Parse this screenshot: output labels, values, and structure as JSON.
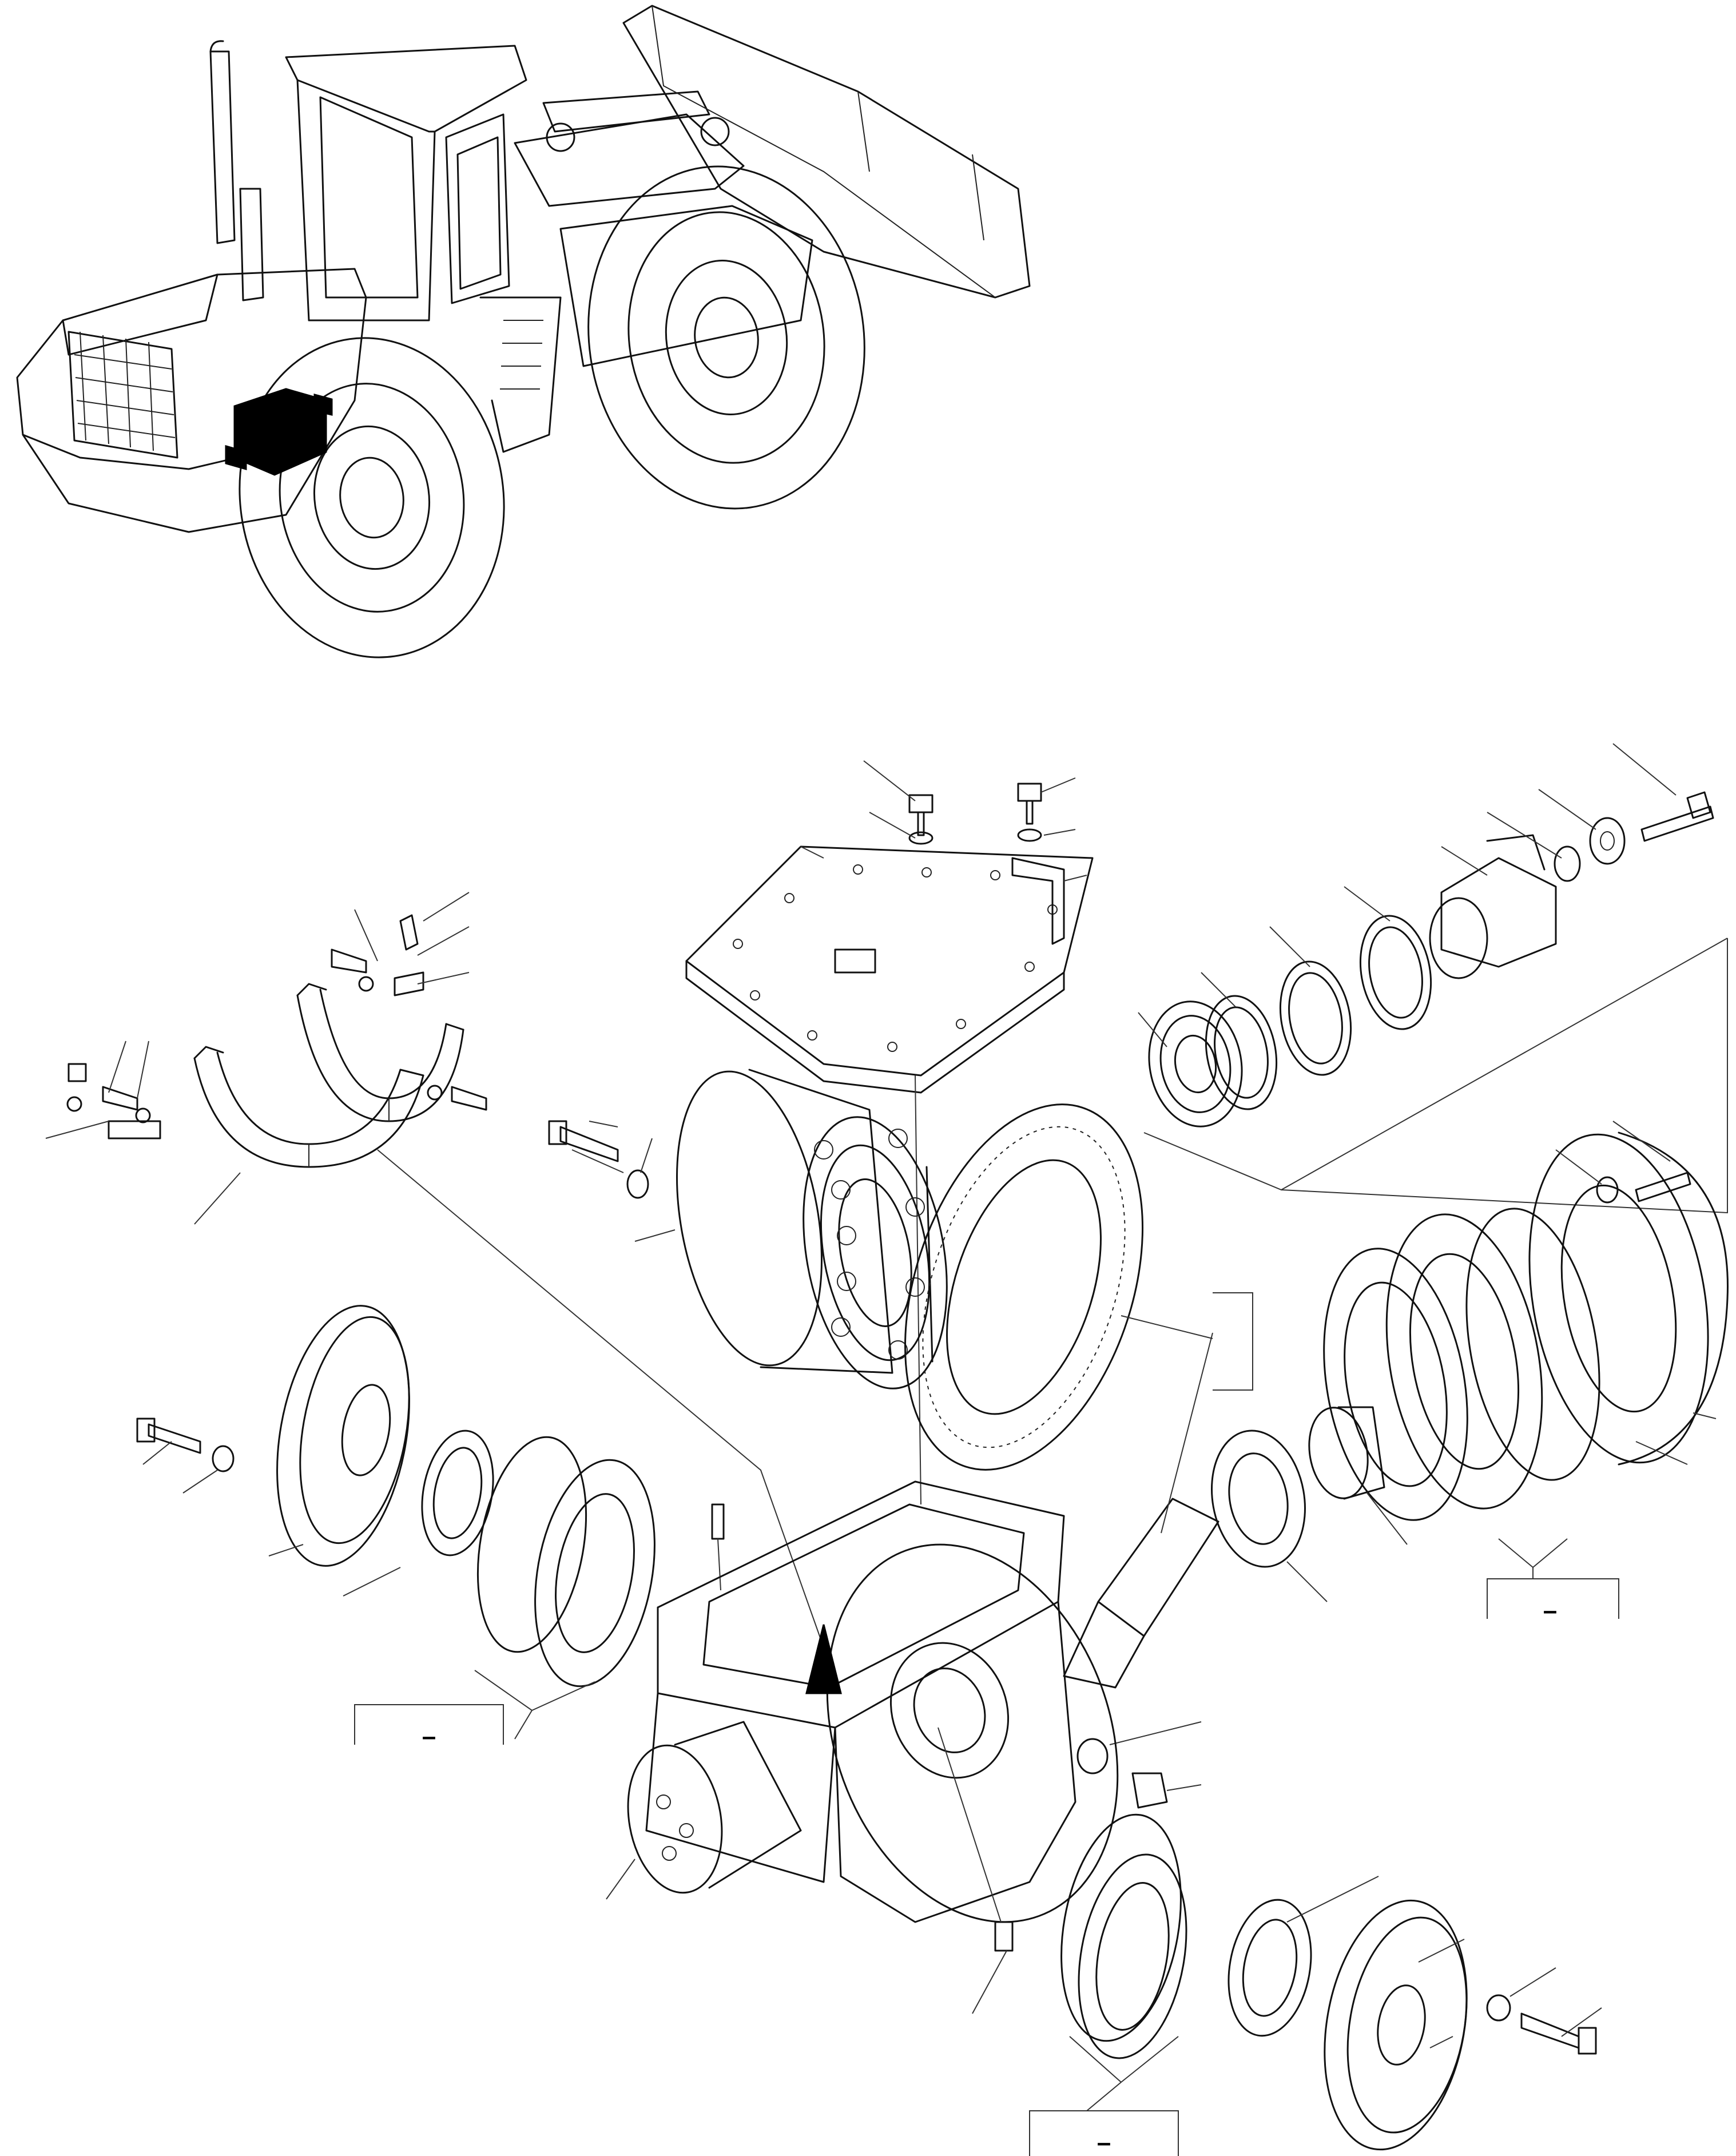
{
  "callout_boxes": [
    {
      "id": "left",
      "text": "–"
    },
    {
      "id": "right",
      "text": "–"
    },
    {
      "id": "bottom",
      "text": "–"
    }
  ]
}
